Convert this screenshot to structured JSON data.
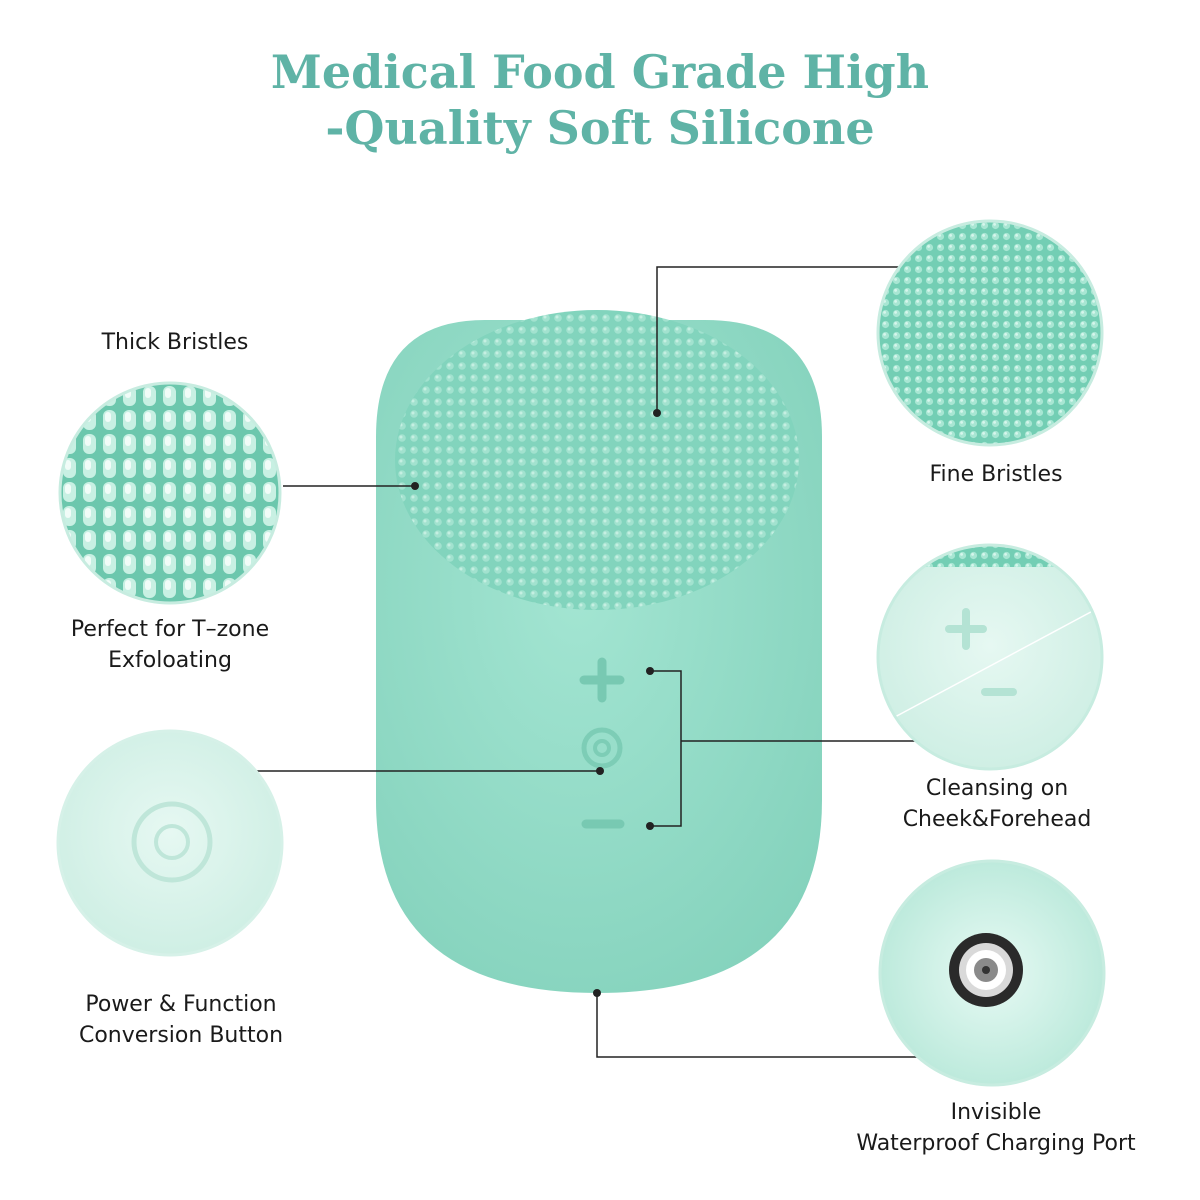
{
  "title": {
    "line1": "Medical Food Grade High",
    "line2": "-Quality Soft Silicone"
  },
  "colors": {
    "title": "#5fb3a6",
    "silicone": "#93dcc8",
    "bristle": "#7fd1b9",
    "text": "#1a1a1a",
    "lines": "#222222"
  },
  "callouts": {
    "thick_bristles": "Thick Bristles",
    "tzone_line1": "Perfect for T–zone",
    "tzone_line2": "Exfoloating",
    "power_line1": "Power & Function",
    "power_line2": "Conversion Button",
    "fine_bristles": "Fine Bristles",
    "cleansing_line1": "Cleansing on",
    "cleansing_line2": "Cheek&Forehead",
    "charging_line1": "Invisible",
    "charging_line2": "Waterproof Charging Port"
  }
}
